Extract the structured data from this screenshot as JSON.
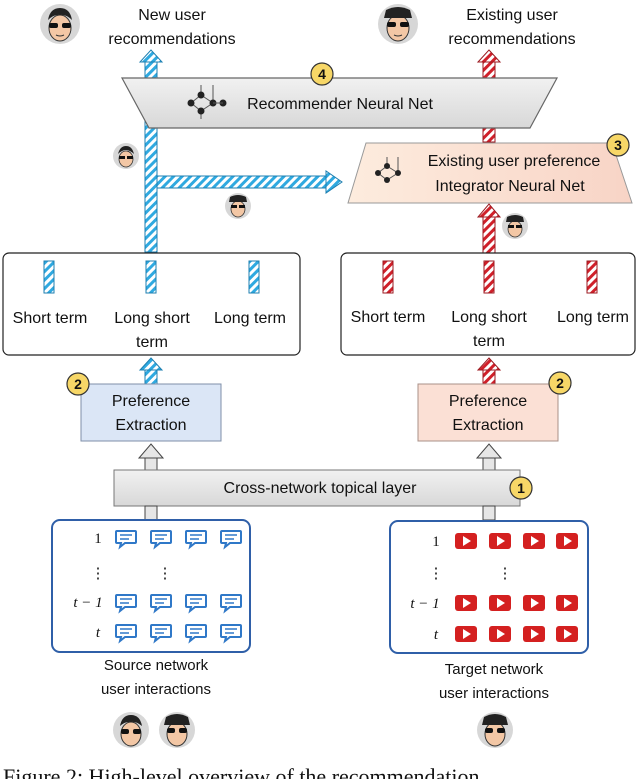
{
  "header": {
    "left_title": [
      "New user",
      "recommendations"
    ],
    "right_title": [
      "Existing user",
      "recommendations"
    ]
  },
  "recommender": {
    "label": "Recommender Neural Net",
    "badge": "4"
  },
  "integrator": {
    "label": [
      "Existing user preference",
      "Integrator Neural Net"
    ],
    "badge": "3"
  },
  "left_pref": {
    "terms": [
      "Short term",
      "Long short",
      "term",
      "Long term"
    ],
    "extraction": [
      "Preference",
      "Extraction"
    ],
    "badge": "2"
  },
  "right_pref": {
    "terms": [
      "Short term",
      "Long short",
      "term",
      "Long term"
    ],
    "extraction": [
      "Preference",
      "Extraction"
    ],
    "badge": "2"
  },
  "topical": {
    "label": "Cross-network topical layer",
    "badge": "1"
  },
  "source": {
    "row_labels": [
      "1",
      "⋮",
      "t − 1",
      "t"
    ],
    "caption": [
      "Source network",
      "user interactions"
    ]
  },
  "target": {
    "row_labels": [
      "1",
      "⋮",
      "t − 1",
      "t"
    ],
    "caption": [
      "Target network",
      "user interactions"
    ]
  },
  "figure_caption": "Figure 2: High-level overview of the recommendation",
  "colors": {
    "blue_hatch": "#2fa9e0",
    "red_hatch": "#d0202a",
    "box_blue": "#dbe6f6",
    "box_red": "#fbe0d5",
    "grey_box": "#e6e6e6",
    "badge": "#f7d767",
    "chat_icon": "#2f78c8",
    "play_icon": "#d42020",
    "border_blue": "#2f5fa8"
  }
}
